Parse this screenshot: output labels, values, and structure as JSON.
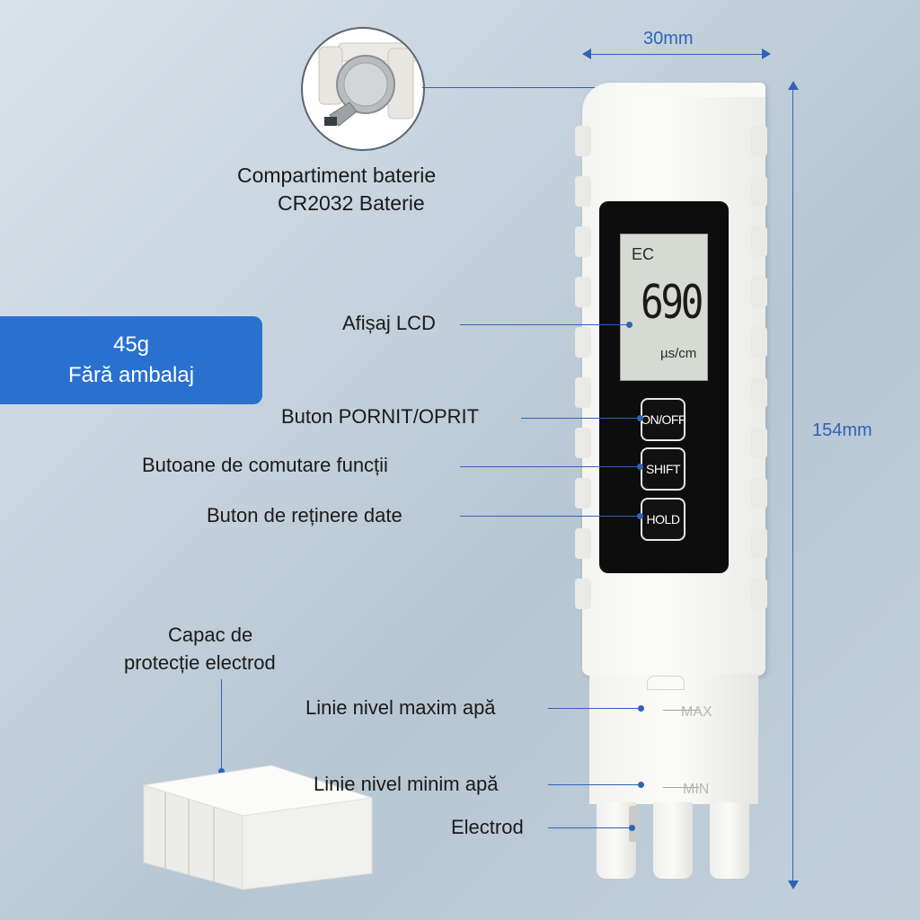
{
  "dimensions": {
    "width_label": "30mm",
    "height_label": "154mm"
  },
  "badge": {
    "weight": "45g",
    "note": "Fără ambalaj"
  },
  "callouts": {
    "battery": [
      "Compartiment baterie",
      "CR2032 Baterie"
    ],
    "lcd": "Afișaj LCD",
    "power_button": "Buton PORNIT/OPRIT",
    "function_buttons": "Butoane de comutare funcții",
    "hold_button": "Buton de reținere date",
    "cap": [
      "Capac de",
      "protecție electrod"
    ],
    "max_line": "Linie nivel maxim apă",
    "min_line": "Linie nivel minim apă",
    "electrode": "Electrod"
  },
  "device": {
    "mode": "EC",
    "reading": "690",
    "unit": "µs/cm",
    "buttons": [
      "ON/OFF",
      "SHIFT",
      "HOLD"
    ],
    "max_mark": "MAX",
    "min_mark": "MIN"
  },
  "colors": {
    "accent": "#2f63b6",
    "badge": "#2a71cf"
  }
}
